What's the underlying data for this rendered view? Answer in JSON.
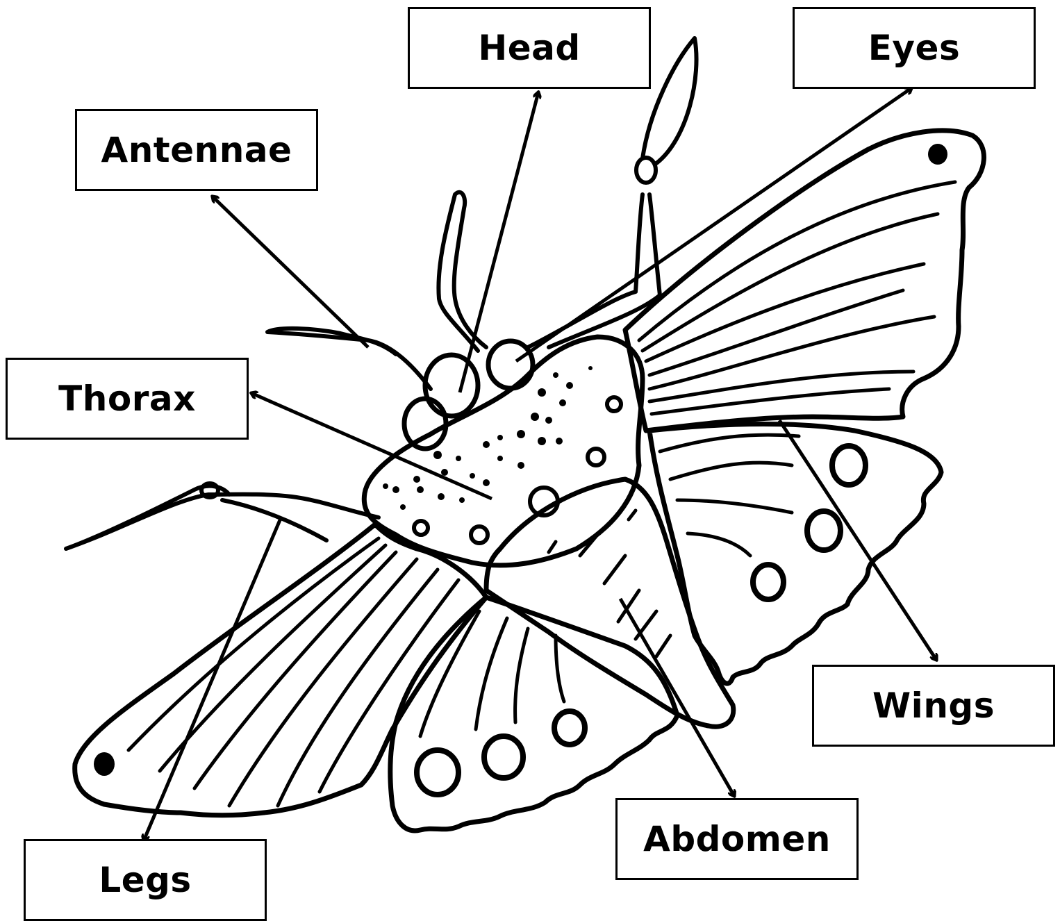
{
  "labels": {
    "head": "Head",
    "eyes": "Eyes",
    "antennae": "Antennae",
    "thorax": "Thorax",
    "wings": "Wings",
    "abdomen": "Abdomen",
    "legs": "Legs"
  },
  "colors": {
    "ink": "#000000",
    "background": "#ffffff"
  }
}
